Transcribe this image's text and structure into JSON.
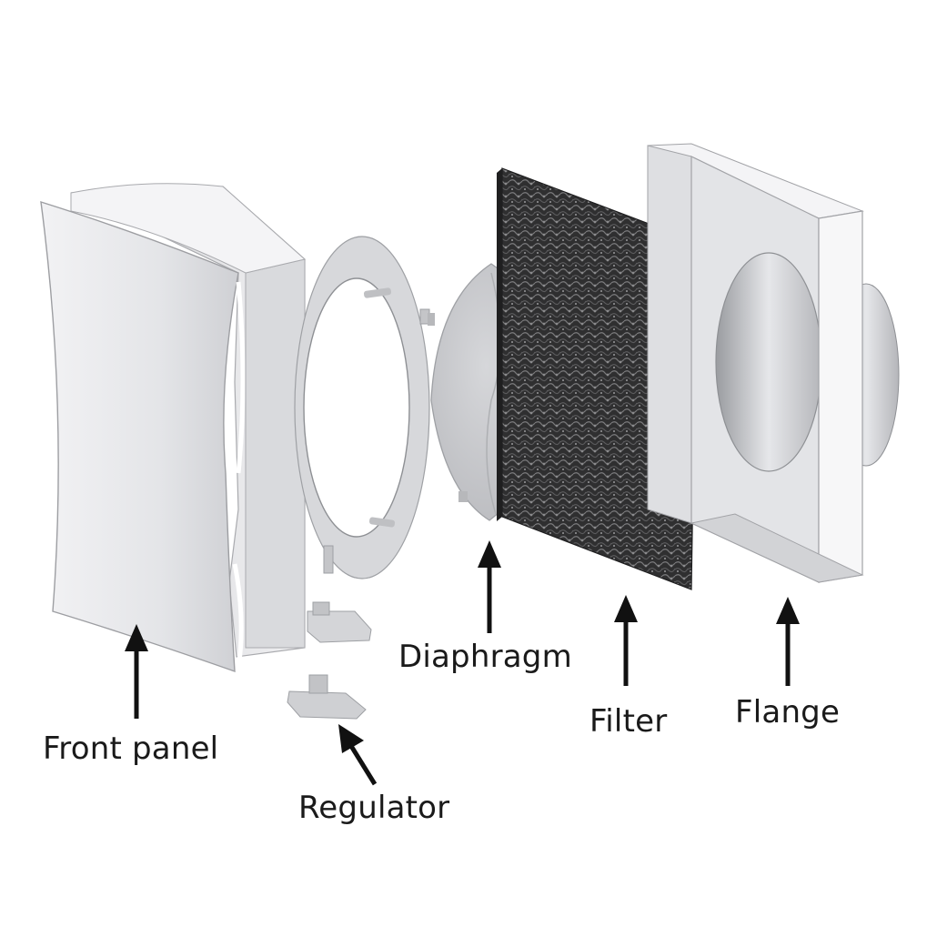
{
  "labels": {
    "front_panel": "Front panel",
    "regulator": "Regulator",
    "diaphragm": "Diaphragm",
    "filter": "Filter",
    "flange": "Flange"
  },
  "colors": {
    "background": "#ffffff",
    "plastic": "#ececee",
    "plastic_shade": "#c9cacd",
    "filter": "#3a3a3a",
    "arrow": "#111111"
  }
}
